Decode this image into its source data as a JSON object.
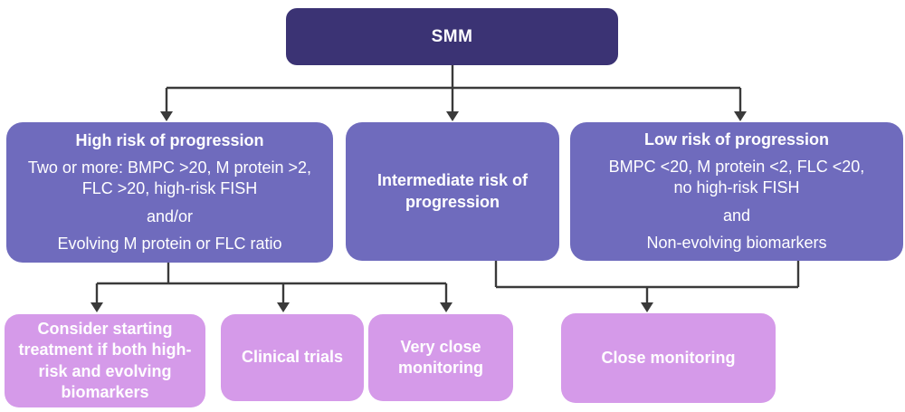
{
  "colors": {
    "background": "#ffffff",
    "root_box": "#3b3374",
    "risk_box": "#6f6bbd",
    "action_box": "#d59ae9",
    "arrow": "#3a3a3a",
    "text": "#ffffff"
  },
  "root": {
    "title": "SMM"
  },
  "risk_levels": [
    {
      "id": "high",
      "title": "High risk of progression",
      "criteria_lines": [
        "Two or more: BMPC >20, M protein >2,",
        "FLC >20, high-risk FISH"
      ],
      "operator": "and/or",
      "extra": "Evolving M protein or FLC ratio"
    },
    {
      "id": "intermediate",
      "title": "Intermediate risk of progression"
    },
    {
      "id": "low",
      "title": "Low risk of progression",
      "criteria_lines": [
        "BMPC <20, M protein <2, FLC <20,",
        "no high-risk FISH"
      ],
      "operator": "and",
      "extra": "Non-evolving biomarkers"
    }
  ],
  "actions": [
    {
      "id": "consider-treatment",
      "label": "Consider starting treatment if both high-risk and evolving biomarkers"
    },
    {
      "id": "clinical-trials",
      "label": "Clinical trials"
    },
    {
      "id": "very-close-monitoring",
      "label": "Very close monitoring"
    },
    {
      "id": "close-monitoring",
      "label": "Close monitoring"
    }
  ]
}
